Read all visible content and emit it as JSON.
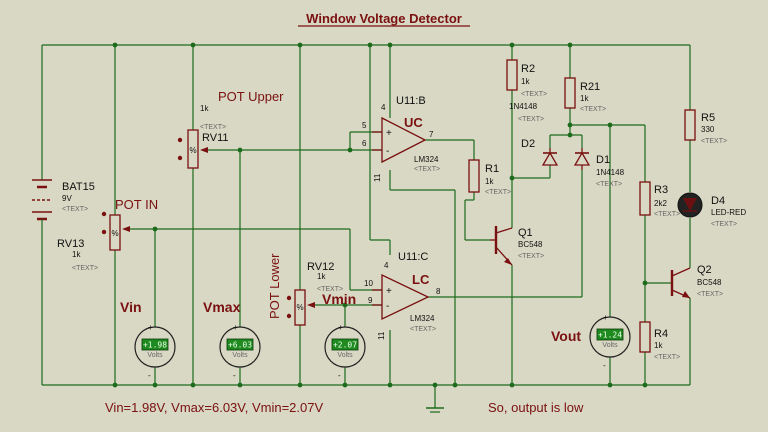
{
  "title": "Window Voltage Detector",
  "colors": {
    "wire": "#1d6b1d",
    "component": "#7a1010",
    "background": "#d8d8c4",
    "display": "#1f8a1f",
    "led": "#222222"
  },
  "bat15": {
    "name": "BAT15",
    "value": "9V",
    "text": "<TEXT>"
  },
  "rv11": {
    "name": "RV11",
    "value": "1k",
    "text": "<TEXT>",
    "label": "POT Upper"
  },
  "rv13": {
    "name": "RV13",
    "value": "1k",
    "text": "<TEXT>",
    "label": "POT IN"
  },
  "rv12": {
    "name": "RV12",
    "value": "1k",
    "text": "<TEXT>",
    "label": "POT Lower"
  },
  "u11b": {
    "name": "U11:B",
    "label": "UC",
    "part": "LM324",
    "text": "<TEXT>",
    "pins": {
      "vcc": "4",
      "plus": "5",
      "minus": "6",
      "out": "7",
      "gnd": "11"
    }
  },
  "u11c": {
    "name": "U11:C",
    "label": "LC",
    "part": "LM324",
    "text": "<TEXT>",
    "pins": {
      "vcc": "4",
      "plus": "10",
      "minus": "9",
      "out": "8",
      "gnd": "11"
    }
  },
  "r1": {
    "name": "R1",
    "value": "1k",
    "text": "<TEXT>"
  },
  "r2": {
    "name": "R2",
    "value": "1k",
    "text": "<TEXT>"
  },
  "r21": {
    "name": "R21",
    "value": "1k",
    "text": "<TEXT>"
  },
  "r3": {
    "name": "R3",
    "value": "2k2",
    "text": "<TEXT>"
  },
  "r4": {
    "name": "R4",
    "value": "1k",
    "text": "<TEXT>"
  },
  "r5": {
    "name": "R5",
    "value": "330",
    "text": "<TEXT>"
  },
  "d1": {
    "name": "D1",
    "value": "1N4148",
    "text": "<TEXT>"
  },
  "d2": {
    "name": "D2",
    "value": "1N4148",
    "text": "<TEXT>"
  },
  "d4": {
    "name": "D4",
    "value": "LED-RED",
    "text": "<TEXT>"
  },
  "q1": {
    "name": "Q1",
    "value": "BC548",
    "text": "<TEXT>"
  },
  "q2": {
    "name": "Q2",
    "value": "BC548",
    "text": "<TEXT>"
  },
  "meters": {
    "vin": {
      "label": "Vin",
      "reading": "+1.98",
      "unit": "Volts",
      "plus": "+",
      "minus": "-"
    },
    "vmax": {
      "label": "Vmax",
      "reading": "+6.03",
      "unit": "Volts",
      "plus": "+",
      "minus": "-"
    },
    "vmin": {
      "label": "Vmin",
      "reading": "+2.07",
      "unit": "Volts",
      "plus": "+",
      "minus": "-"
    },
    "vout": {
      "label": "Vout",
      "reading": "+1.24",
      "unit": "Volts",
      "plus": "+",
      "minus": "-"
    }
  },
  "footer": {
    "summary": "Vin=1.98V, Vmax=6.03V, Vmin=2.07V",
    "result": "So, output is low"
  }
}
